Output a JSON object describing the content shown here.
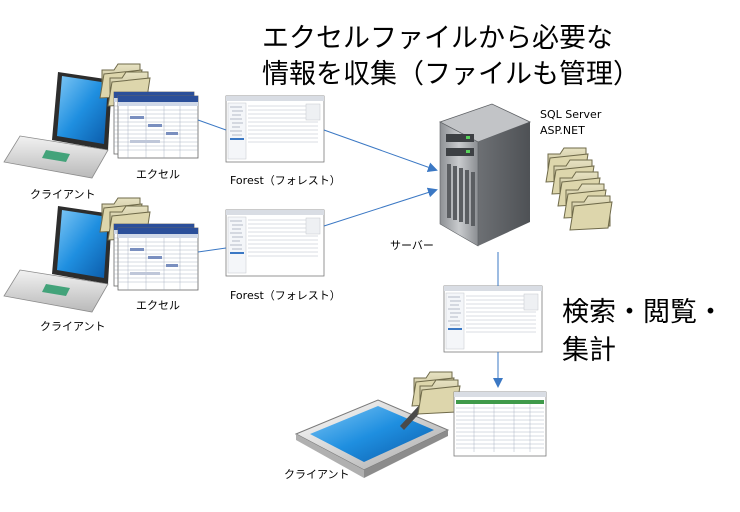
{
  "title": {
    "line1": "エクセルファイルから必要な",
    "line2": "情報を収集（ファイルも管理）"
  },
  "server": {
    "line1": "SQL Server",
    "line2": "ASP.NET",
    "label": "サーバー"
  },
  "clients": [
    {
      "pc_label": "クライアント",
      "app_label": "エクセル",
      "forest_label": "Forest（フォレスト）"
    },
    {
      "pc_label": "クライアント",
      "app_label": "エクセル",
      "forest_label": "Forest（フォレスト）"
    }
  ],
  "tablet": {
    "label": "クライアント"
  },
  "search": {
    "line1": "検索・閲覧・",
    "line2": "集計"
  },
  "colors": {
    "arrow": "#3b78c4",
    "laptop_screen": "#1f8fe0",
    "folder": "#c9c29a",
    "server_body": "#a9abae"
  }
}
